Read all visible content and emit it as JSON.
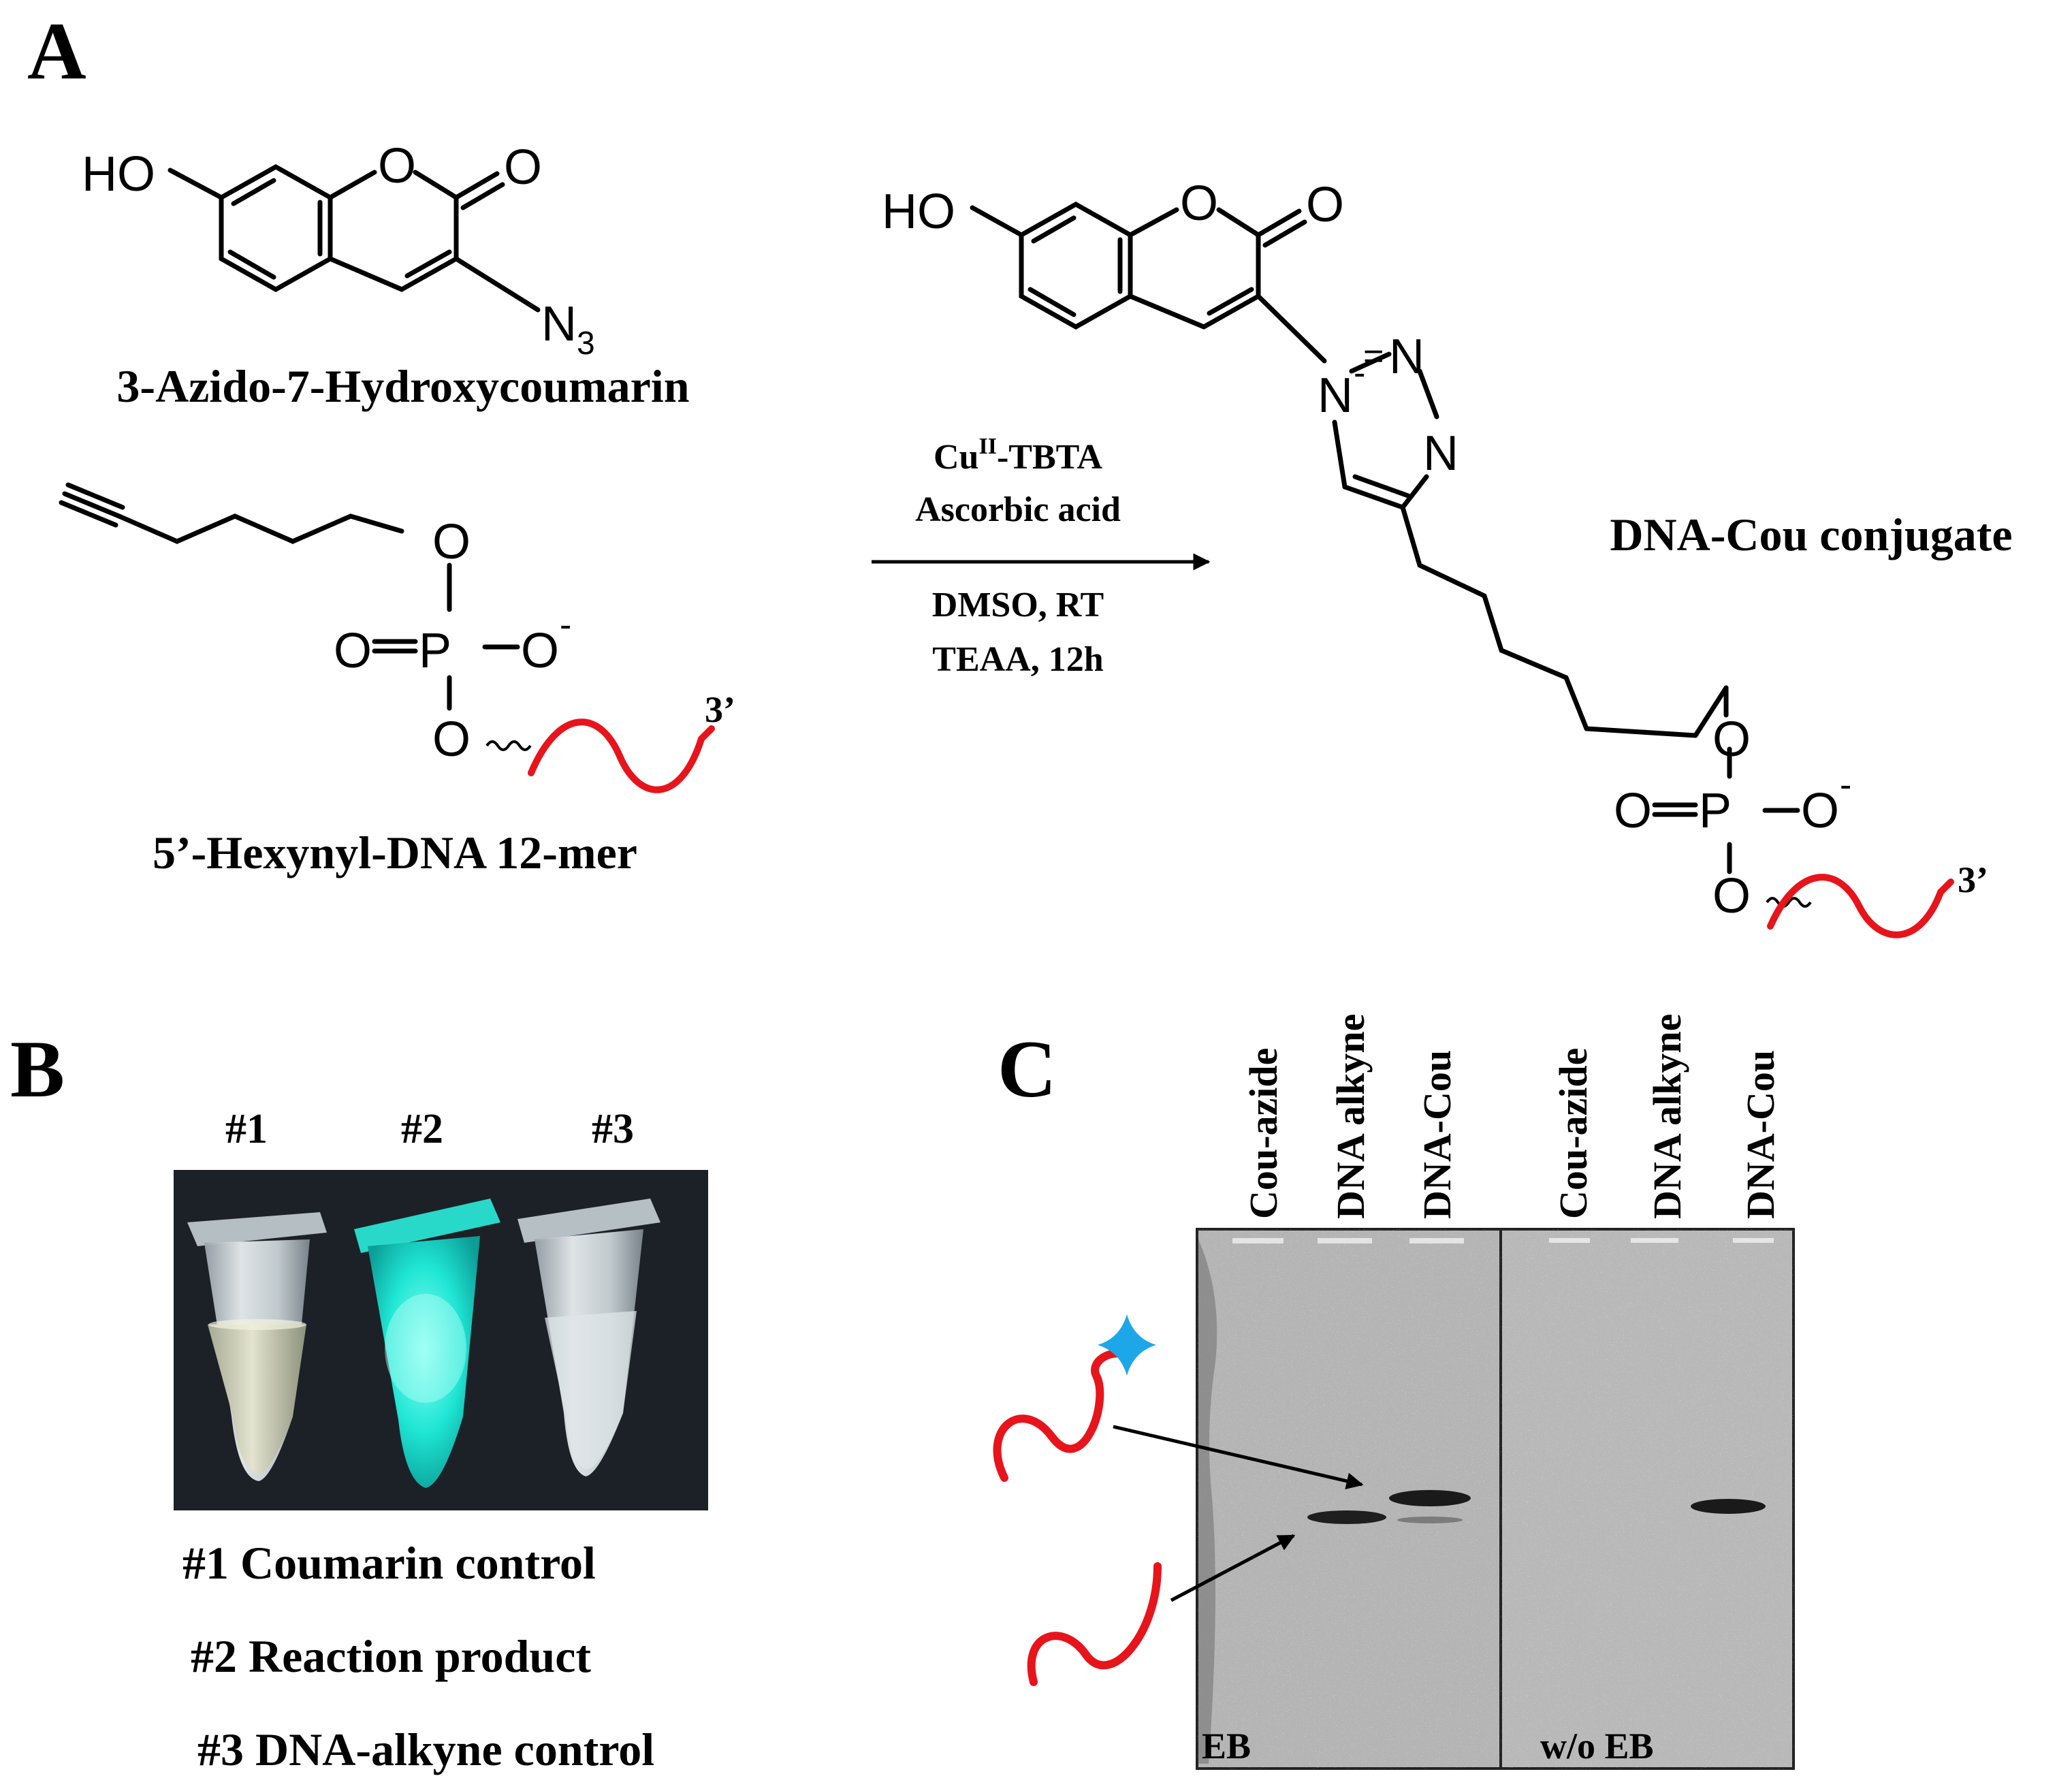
{
  "panels": {
    "a": "A",
    "b": "B",
    "c": "C"
  },
  "scheme": {
    "reactant_1_name": "3-Azido-7-Hydroxycoumarin",
    "reactant_2_name": "5’-Hexynyl-DNA  12-mer",
    "product_name": "DNA-Cou conjugate",
    "atoms": {
      "ho": "HO",
      "o": "O",
      "n": "N",
      "n3_main": "N",
      "n3_sub": "3",
      "p": "P",
      "o_minus": "O",
      "minus": "-",
      "equals": "=",
      "three_prime": "3’"
    },
    "conditions": {
      "cu": "Cu",
      "cu_sup": "II",
      "tbta": "-TBTA",
      "line2": "Ascorbic  acid",
      "line3": "DMSO, RT",
      "line4": "TEAA,  12h"
    }
  },
  "tubes": {
    "labels": [
      "#1",
      "#2",
      "#3"
    ],
    "legend": [
      "#1 Coumarin  control",
      "#2 Reaction product",
      "#3 DNA-alkyne  control"
    ],
    "colors": {
      "glow": "#1fe6d4",
      "background": "#151a20",
      "dna": "#e8141b",
      "dye": "#1ea7e8"
    }
  },
  "gel": {
    "lanes_left": [
      "Cou-azide",
      "DNA alkyne",
      "DNA-Cou"
    ],
    "lanes_right": [
      "Cou-azide",
      "DNA alkyne",
      "DNA-Cou"
    ],
    "label_left": "EB",
    "label_right": "w/o EB"
  }
}
